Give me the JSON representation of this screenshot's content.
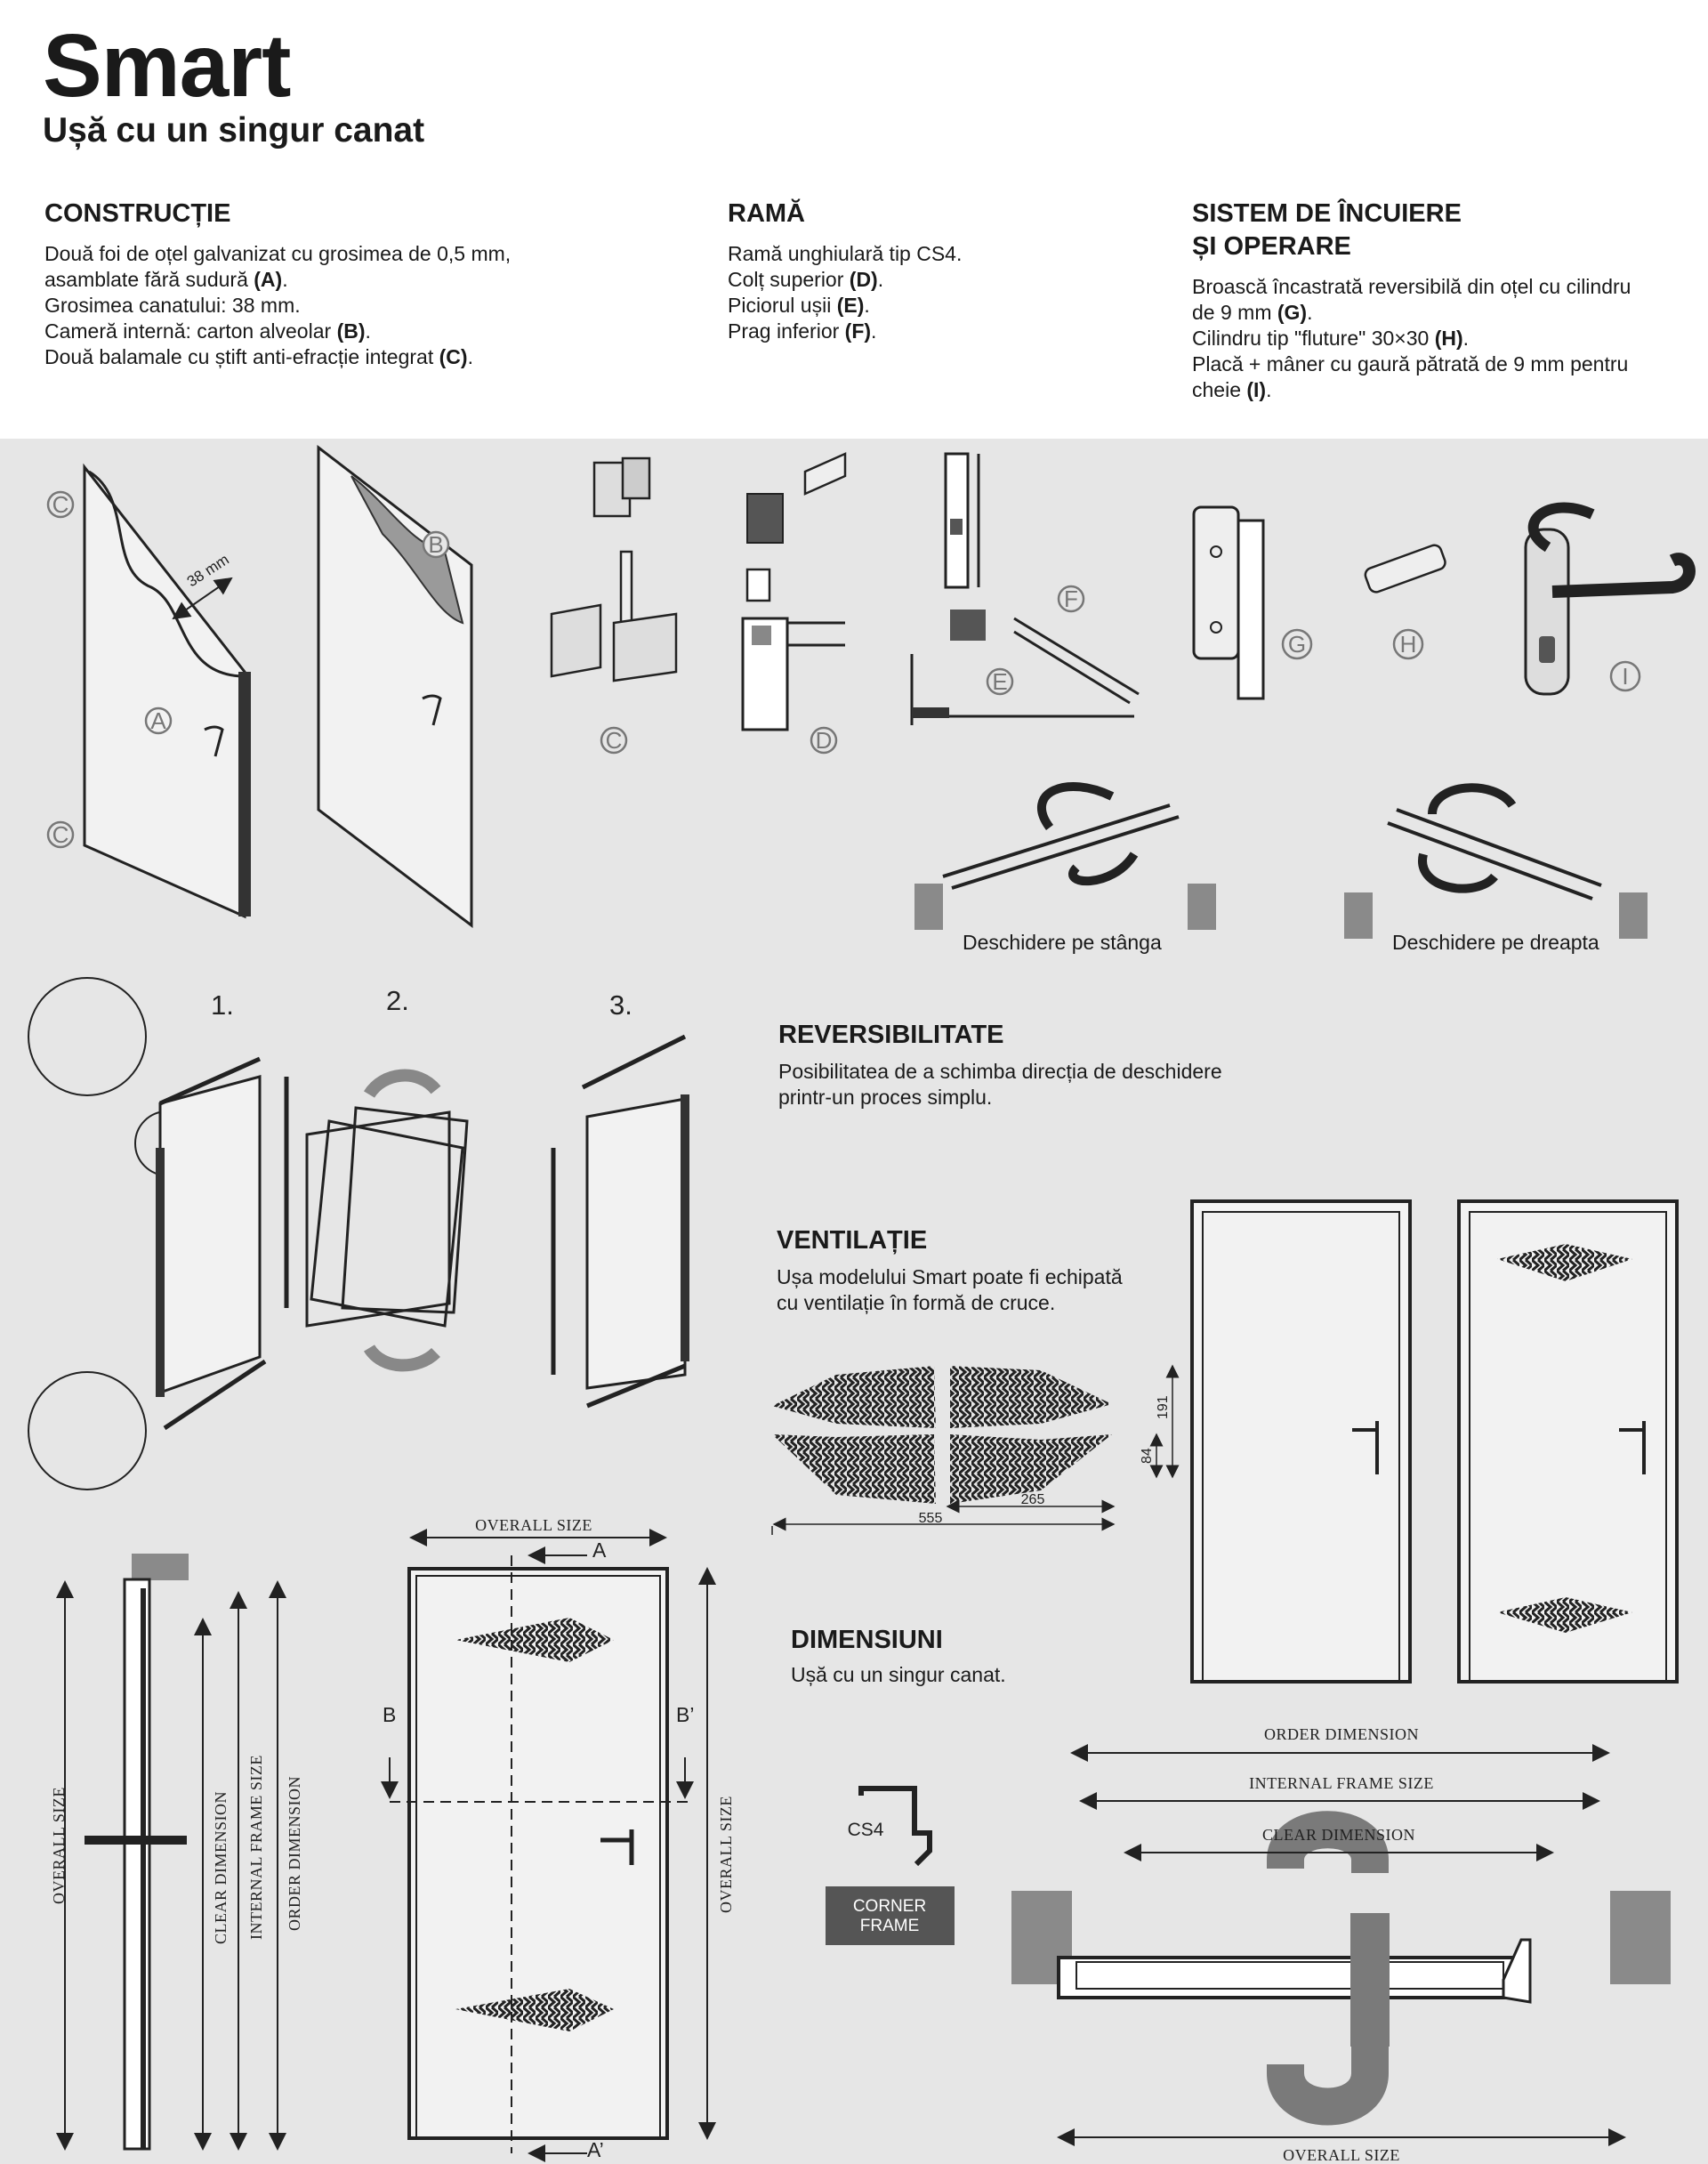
{
  "header": {
    "title": "Smart",
    "subtitle": "Ușă cu un singur canat"
  },
  "sections": {
    "construction": {
      "heading": "CONSTRUCȚIE",
      "lines": [
        {
          "t": "Două foi de oțel galvanizat cu grosimea de 0,5 mm,",
          "b": ""
        },
        {
          "t": "asamblate fără sudură ",
          "b": "(A)",
          "s": "."
        },
        {
          "t": "Grosimea canatului: 38 mm.",
          "b": ""
        },
        {
          "t": "Cameră internă: carton alveolar ",
          "b": "(B)",
          "s": "."
        },
        {
          "t": "Două balamale cu știft anti-efracție integrat ",
          "b": "(C)",
          "s": "."
        }
      ]
    },
    "frame": {
      "heading": "RAMĂ",
      "lines": [
        {
          "t": "Ramă unghiulară tip CS4.",
          "b": ""
        },
        {
          "t": "Colț superior ",
          "b": "(D)",
          "s": "."
        },
        {
          "t": "Piciorul ușii ",
          "b": "(E)",
          "s": "."
        },
        {
          "t": "Prag inferior ",
          "b": "(F)",
          "s": "."
        }
      ]
    },
    "locking": {
      "heading_1": "SISTEM DE ÎNCUIERE",
      "heading_2": "ȘI OPERARE",
      "lines": [
        {
          "t": "Broască încastrată reversibilă din oțel cu cilindru",
          "b": ""
        },
        {
          "t": "de 9 mm ",
          "b": "(G)",
          "s": "."
        },
        {
          "t": "Cilindru tip \"fluture\" 30×30 ",
          "b": "(H)",
          "s": "."
        },
        {
          "t": "Placă + mâner cu gaură pătrată de 9 mm pentru",
          "b": ""
        },
        {
          "t": "cheie ",
          "b": "(I)",
          "s": "."
        }
      ]
    }
  },
  "callouts": {
    "A": "A",
    "B": "B",
    "C": "C",
    "D": "D",
    "E": "E",
    "F": "F",
    "G": "G",
    "H": "H",
    "I": "I",
    "thickness": "38 mm"
  },
  "opening": {
    "left": "Deschidere pe stânga",
    "right": "Deschidere pe dreapta"
  },
  "steps": [
    "1.",
    "2.",
    "3."
  ],
  "reversibility": {
    "heading": "REVERSIBILITATE",
    "line1": "Posibilitatea de a schimba direcția de deschidere",
    "line2": "printr-un proces simplu."
  },
  "ventilation": {
    "heading": "VENTILAȚIE",
    "line1": "Ușa modelului Smart poate fi echipată",
    "line2": "cu ventilație în formă de cruce.",
    "dims": {
      "width_total": "555",
      "width_half": "265",
      "height_total": "191",
      "height_half": "84"
    }
  },
  "dimensions": {
    "heading": "DIMENSIUNI",
    "line1": "Ușă cu un singur canat.",
    "order_dimension": "ORDER DIMENSION",
    "internal_frame_size": "INTERNAL FRAME SIZE",
    "clear_dimension": "CLEAR DIMENSION",
    "overall_size": "OVERALL SIZE",
    "frame_code": "CS4",
    "corner_frame_1": "CORNER",
    "corner_frame_2": "FRAME",
    "section_A": "A",
    "section_A2": "A’",
    "section_B": "B",
    "section_B2": "B’"
  },
  "colors": {
    "panel_bg": "#e6e6e6",
    "wall_gray": "#8a8a8a",
    "handle_gray": "#7a7a7a",
    "text": "#1a1a1a",
    "callout_gray": "#777777"
  }
}
